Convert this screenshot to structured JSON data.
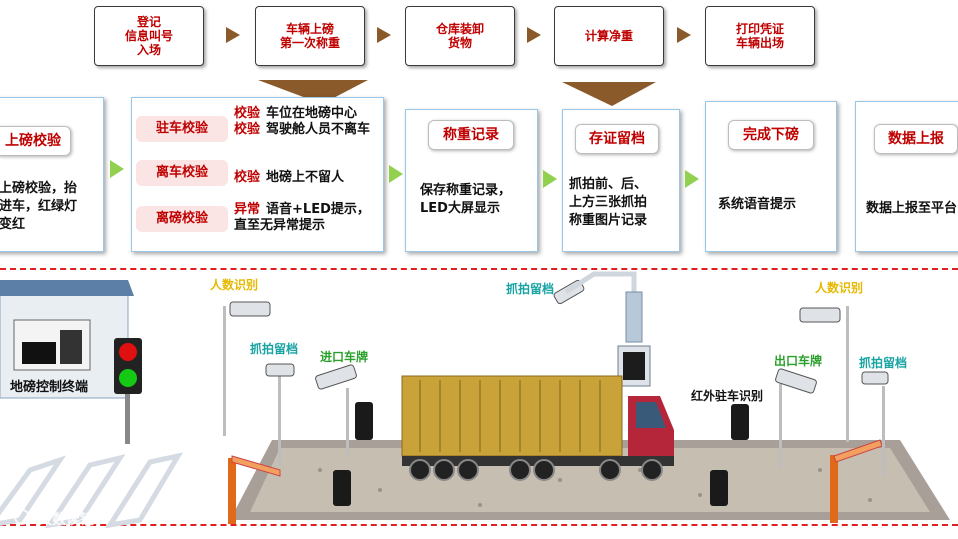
{
  "steps": [
    {
      "label": "登记\n信息叫号\n入场"
    },
    {
      "label": "车辆上磅\n第一次称重"
    },
    {
      "label": "仓库装卸\n货物"
    },
    {
      "label": "计算净重"
    },
    {
      "label": "打印凭证\n车辆出场"
    }
  ],
  "panel1": {
    "title": "上磅校验",
    "text": "上磅校验，抬\n进车，红绿灯\n变红"
  },
  "panel2": {
    "rows": [
      {
        "tag": "驻车校验",
        "lines": [
          {
            "k": "校验",
            "v": "车位在地磅中心"
          },
          {
            "k": "校验",
            "v": "驾驶舱人员不离车"
          }
        ]
      },
      {
        "tag": "离车校验",
        "lines": [
          {
            "k": "校验",
            "v": "地磅上不留人"
          }
        ]
      },
      {
        "tag": "离磅校验",
        "lines": [
          {
            "k": "异常",
            "v": "语音+LED提示，\n直至无异常提示"
          }
        ]
      }
    ]
  },
  "panel3": {
    "title": "称重记录",
    "text": "保存称重记录，\nLED大屏显示"
  },
  "panel4": {
    "title": "存证留档",
    "text": "抓拍前、后、\n上方三张抓拍\n称重图片记录"
  },
  "panel5": {
    "title": "完成下磅",
    "text": "系统语音提示"
  },
  "panel6": {
    "title": "数据上报",
    "text": "数据上报至平台"
  },
  "scene": {
    "terminal_label": "地磅控制终端",
    "labels": {
      "people_left": "人数识别",
      "snap_top": "抓拍留档",
      "people_right": "人数识别",
      "snap_left": "抓拍留档",
      "plate_in": "进口车牌",
      "plate_out": "出口车牌",
      "snap_right": "抓拍留档",
      "infrared": "红外驻车识别"
    },
    "watermark": "大数读镜"
  },
  "colors": {
    "accent_red": "#c00000",
    "arrow_brown": "#8b5a2b",
    "arrow_green": "#92d050",
    "dash_red": "#e02020"
  }
}
